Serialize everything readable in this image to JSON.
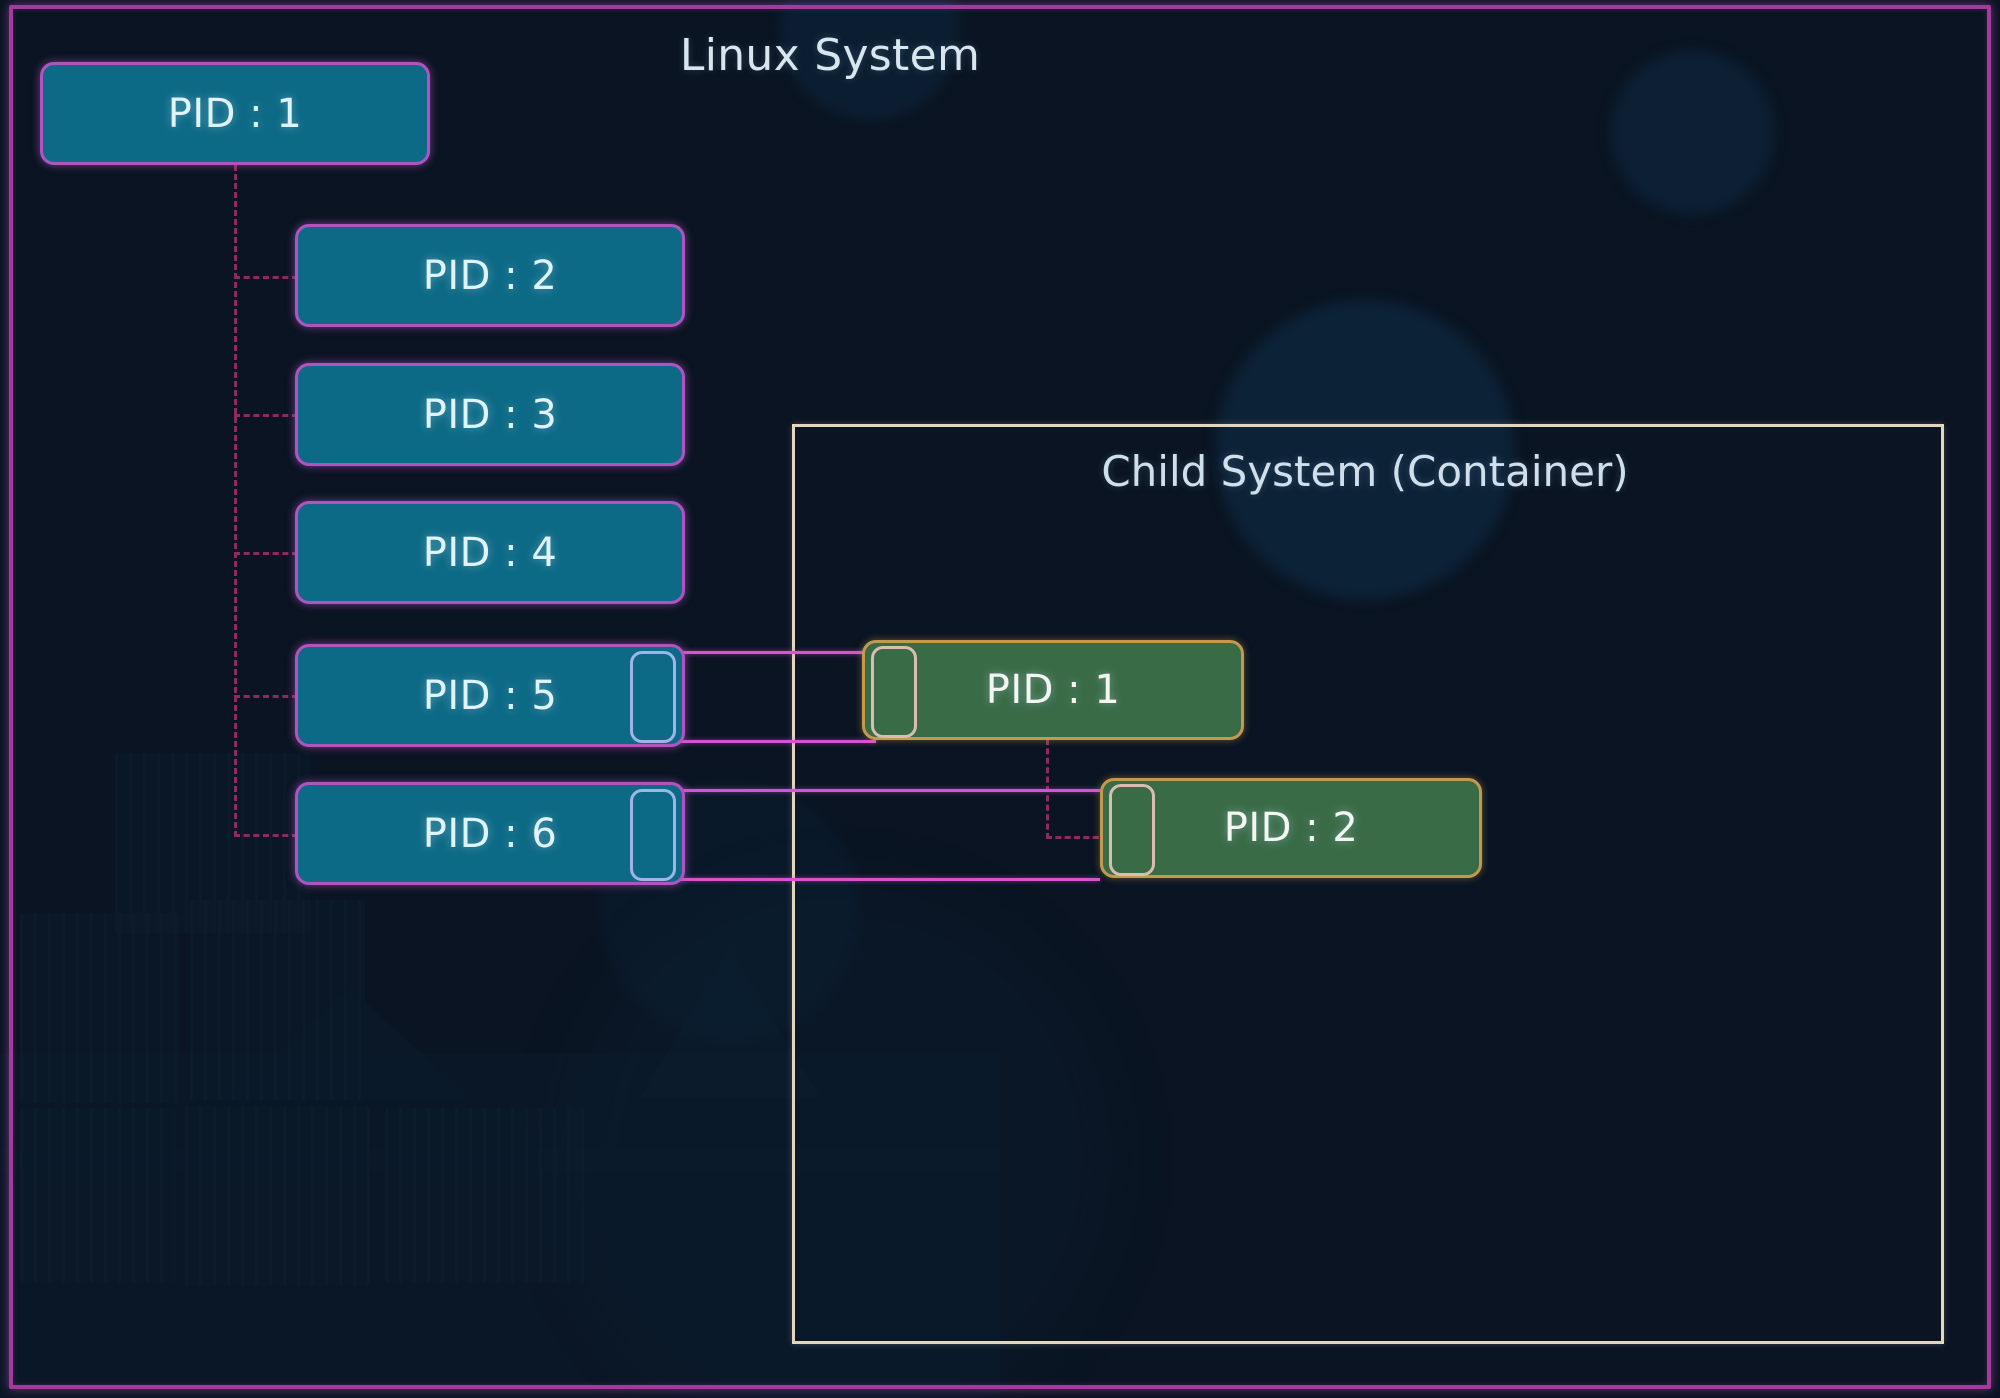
{
  "page": {
    "system_title": "Linux System",
    "child_title": "Child System (Container)"
  },
  "colors": {
    "canvas_background": "#0a1422",
    "outer_frame": "#a43b9c",
    "host_process_fill": "#0d6a86",
    "host_process_border": "#b054c0",
    "container_process_fill": "#3a6b47",
    "container_process_border": "#c19a4e",
    "container_box_border": "#e3d6bf",
    "tree_line": "#8e2a5f",
    "mapping_link": "#d455cf",
    "port_host": "#9fb4e8",
    "port_container": "#d8bdb0",
    "title_text": "#d7e6ef"
  },
  "host_processes": [
    {
      "label": "PID : 1",
      "name": "host-pid-1",
      "has_port": false
    },
    {
      "label": "PID : 2",
      "name": "host-pid-2",
      "has_port": false
    },
    {
      "label": "PID : 3",
      "name": "host-pid-3",
      "has_port": false
    },
    {
      "label": "PID : 4",
      "name": "host-pid-4",
      "has_port": false
    },
    {
      "label": "PID : 5",
      "name": "host-pid-5",
      "has_port": true
    },
    {
      "label": "PID : 6",
      "name": "host-pid-6",
      "has_port": true
    }
  ],
  "container_processes": [
    {
      "label": "PID : 1",
      "name": "container-pid-1",
      "has_port": true
    },
    {
      "label": "PID : 2",
      "name": "container-pid-2",
      "has_port": true
    }
  ],
  "mappings": [
    {
      "from": "PID : 5",
      "to": "PID : 1"
    },
    {
      "from": "PID : 6",
      "to": "PID : 2"
    }
  ],
  "tree": {
    "root": "PID : 1",
    "children": [
      "PID : 2",
      "PID : 3",
      "PID : 4",
      "PID : 5",
      "PID : 6"
    ]
  }
}
